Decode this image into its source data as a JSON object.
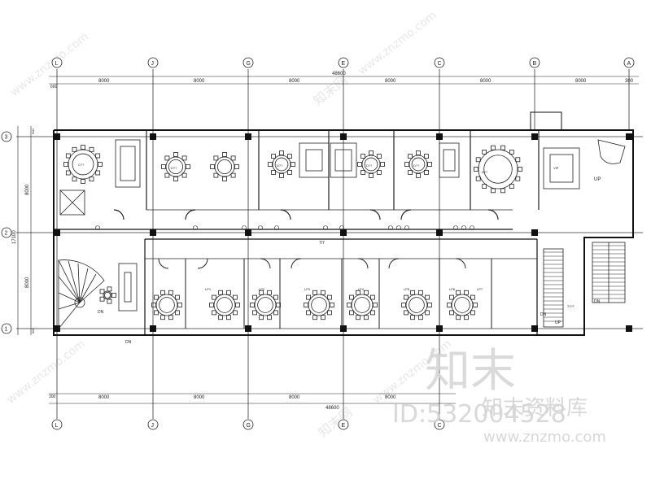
{
  "drawing": {
    "grid_columns": [
      "L",
      "J",
      "G",
      "E",
      "C",
      "B",
      "A"
    ],
    "grid_rows": [
      "3",
      "2",
      "1"
    ],
    "top_dims": [
      "8000",
      "8000",
      "8000",
      "8000",
      "8000",
      "8000",
      "300"
    ],
    "top_total": "48600",
    "top_start": "600",
    "bottom_dims": [
      "8000",
      "8000",
      "8000",
      "8000"
    ],
    "bottom_total": "48600",
    "bottom_start": "300",
    "left_dims": [
      "8000",
      "8000"
    ],
    "left_total": "17100",
    "left_small": [
      "600",
      "600"
    ],
    "corridor_label": "7/7",
    "room_labels": [
      "C??",
      "D??",
      "D??",
      "D??",
      "D??",
      "A??",
      "VIP"
    ],
    "lp_labels": [
      "LP1",
      "LP2",
      "LP3",
      "LP4",
      "LP5",
      "LP6",
      "LP7"
    ],
    "stair_labels": {
      "up": "UP",
      "dn": "DN",
      "dn2": "DN",
      "up2": "UP",
      "dn3": "DN",
      "stair_code": "7/7/7"
    },
    "corner_dn": "DN"
  },
  "watermark": {
    "brand_big": "知末",
    "brand_full": "知末资料库",
    "id_text": "ID:532004528",
    "url": "www.znzmo.com",
    "diag_site": "www.znzmo.com",
    "diag_brand": "知末网"
  },
  "colors": {
    "line": "#222222",
    "grid": "#333333",
    "watermark": "#d0d0d0"
  }
}
